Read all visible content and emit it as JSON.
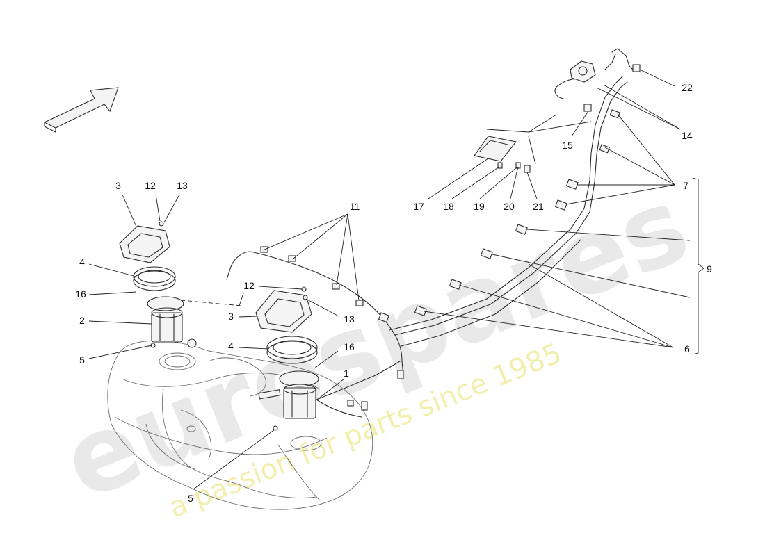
{
  "watermark": {
    "brand": "eurospares",
    "tagline": "a passion for parts since 1985"
  },
  "callouts": [
    {
      "id": "c1",
      "label": "1"
    },
    {
      "id": "c2",
      "label": "2"
    },
    {
      "id": "c3a",
      "label": "3"
    },
    {
      "id": "c3b",
      "label": "3"
    },
    {
      "id": "c4a",
      "label": "4"
    },
    {
      "id": "c4b",
      "label": "4"
    },
    {
      "id": "c5a",
      "label": "5"
    },
    {
      "id": "c5b",
      "label": "5"
    },
    {
      "id": "c6",
      "label": "6"
    },
    {
      "id": "c7",
      "label": "7"
    },
    {
      "id": "c9",
      "label": "9"
    },
    {
      "id": "c11",
      "label": "11"
    },
    {
      "id": "c12a",
      "label": "12"
    },
    {
      "id": "c12b",
      "label": "12"
    },
    {
      "id": "c13a",
      "label": "13"
    },
    {
      "id": "c13b",
      "label": "13"
    },
    {
      "id": "c14",
      "label": "14"
    },
    {
      "id": "c15",
      "label": "15"
    },
    {
      "id": "c16a",
      "label": "16"
    },
    {
      "id": "c16b",
      "label": "16"
    },
    {
      "id": "c17",
      "label": "17"
    },
    {
      "id": "c18",
      "label": "18"
    },
    {
      "id": "c19",
      "label": "19"
    },
    {
      "id": "c20",
      "label": "20"
    },
    {
      "id": "c21",
      "label": "21"
    },
    {
      "id": "c22",
      "label": "22"
    }
  ],
  "direction_arrow": "front-direction-arrow"
}
